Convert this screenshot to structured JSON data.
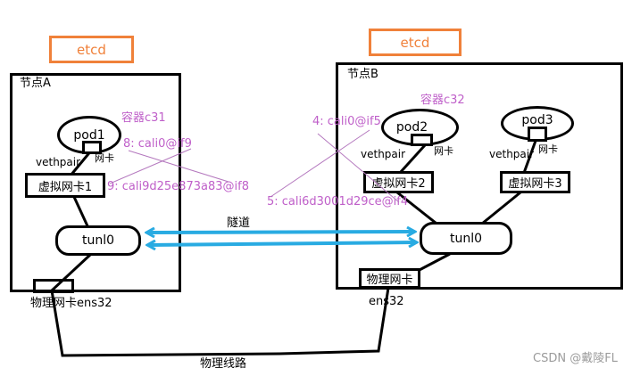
{
  "colors": {
    "orange": "#f0813a",
    "purple_text": "#bf5fc9",
    "purple_line": "#b478be",
    "cyan": "#29abe2",
    "line_black": "#000000",
    "watermark_gray": "#9b9b9b"
  },
  "etcd_left": {
    "label": "etcd"
  },
  "etcd_right": {
    "label": "etcd"
  },
  "node_a": {
    "title": "节点A",
    "pod1": {
      "label": "pod1",
      "container_label": "容器c31",
      "nic_label": "网卡",
      "vethpair_label": "vethpair",
      "iface_annotation": "8: cali0@if9"
    },
    "vnic1": {
      "label": "虚拟网卡1",
      "iface_annotation": "9: cali9d25e873a83@if8"
    },
    "tunl0": {
      "label": "tunl0"
    },
    "phys_nic_label": "物理网卡ens32"
  },
  "node_b": {
    "title": "节点B",
    "pod2": {
      "label": "pod2",
      "container_label": "容器c32",
      "nic_label": "网卡",
      "vethpair_label": "vethpair",
      "iface_annotation": "4: cali0@if5"
    },
    "pod3": {
      "label": "pod3",
      "nic_label": "网卡",
      "vethpair_label": "vethpair"
    },
    "vnic2": {
      "label": "虚拟网卡2",
      "iface_annotation": "5: cali6d3001d29ce@if4"
    },
    "vnic3": {
      "label": "虚拟网卡3"
    },
    "tunl0": {
      "label": "tunl0"
    },
    "phys_nic_box_label": "物理网卡",
    "phys_nic_sub_label": "ens32"
  },
  "links": {
    "tunnel_label": "隧道",
    "physical_line_label": "物理线路"
  },
  "watermark": "CSDN @戴陵FL"
}
